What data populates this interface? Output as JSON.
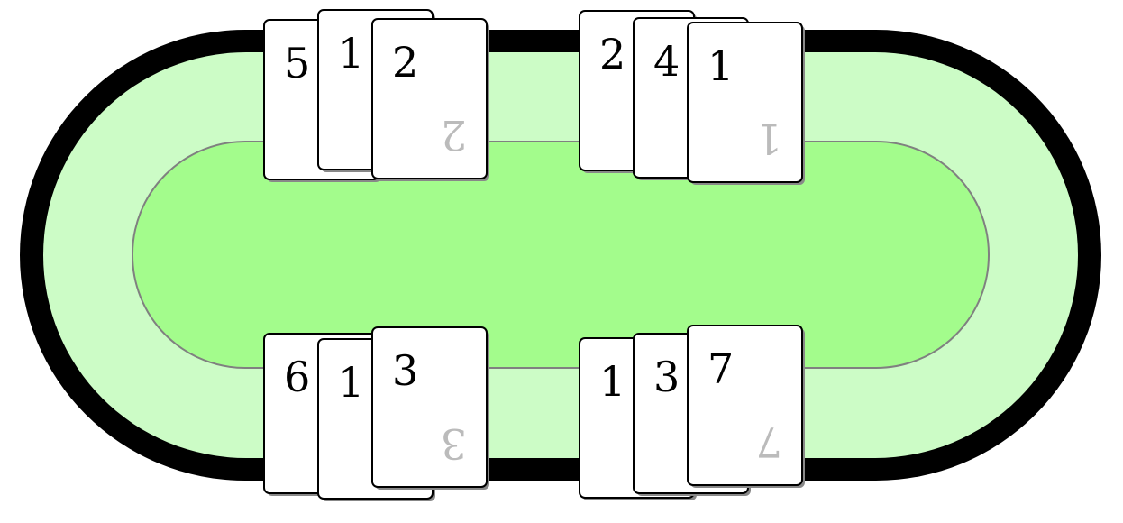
{
  "colors": {
    "rail": "#000000",
    "felt_outer": "#ccfcc6",
    "felt_inner": "#a3fc8c",
    "inner_line": "#808080",
    "card": "#ffffff",
    "card_shadow": "#888888",
    "mirror_text": "#bbbbbb"
  },
  "hands": [
    {
      "position": "top-left",
      "cards": [
        "5",
        "1",
        "2"
      ]
    },
    {
      "position": "top-right",
      "cards": [
        "2",
        "4",
        "1"
      ]
    },
    {
      "position": "bottom-left",
      "cards": [
        "6",
        "1",
        "3"
      ]
    },
    {
      "position": "bottom-right",
      "cards": [
        "1",
        "3",
        "7"
      ]
    }
  ]
}
